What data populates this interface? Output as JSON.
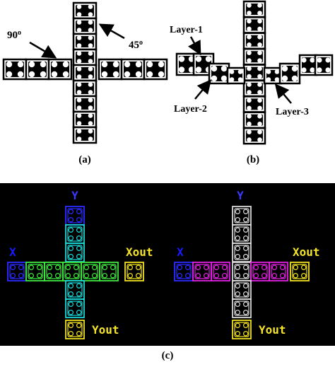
{
  "panels": {
    "a": {
      "caption": "(a)",
      "angle_90": "90",
      "angle_90_sup": "o",
      "angle_45": "45",
      "angle_45_sup": "o"
    },
    "b": {
      "caption": "(b)",
      "layer1": "Layer-1",
      "layer2": "Layer-2",
      "layer3": "Layer-3"
    },
    "c": {
      "caption": "(c)",
      "left": {
        "x": "X",
        "y": "Y",
        "xout": "Xout",
        "yout": "Yout"
      },
      "right": {
        "x": "X",
        "y": "Y",
        "xout": "Xout",
        "yout": "Yout"
      }
    }
  },
  "colors": {
    "background_c": "#000000",
    "blue": "#2a2aff",
    "cyan": "#19d6d6",
    "green": "#3ee83e",
    "yellow": "#f0e020",
    "magenta": "#e020e0",
    "white_gray": "#d8d8d8",
    "label_x": "#1a1aff",
    "label_y": "#3a3aff",
    "label_out": "#f4e42a"
  }
}
